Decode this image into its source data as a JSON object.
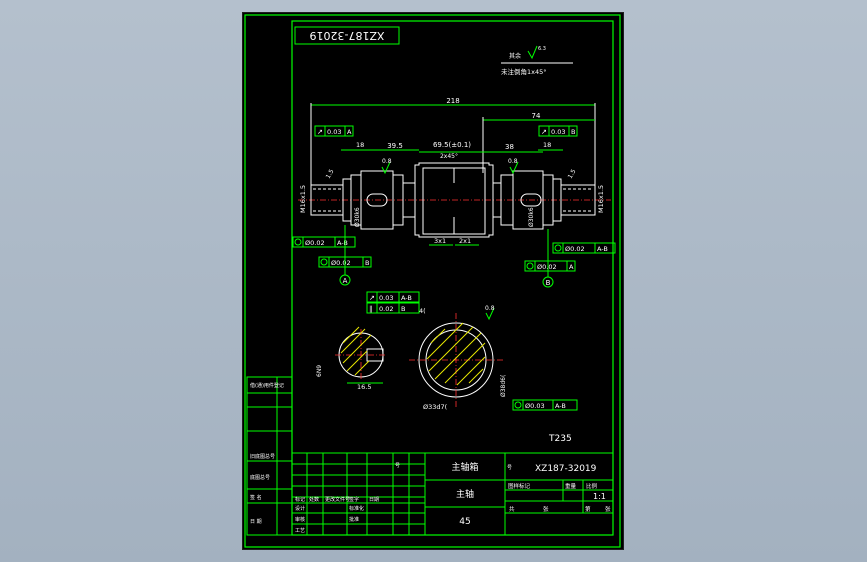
{
  "drawing": {
    "code_mirrored": "XZ187-32019",
    "roughness_other": "其余",
    "roughness_value_top": "6.3",
    "chamfer_note": "未注倒角1x45°",
    "material_grade": "T235"
  },
  "dimensions": {
    "overall_length": "218",
    "right_length": "74",
    "left_step": "39.5",
    "middle": "69.5(±0.1)",
    "chamfer_mid": "2x45°",
    "left_18": "18",
    "right_18": "18",
    "right_38": "38",
    "rough_left": "0.8",
    "rough_right": "0.8",
    "groove_left": "3x1",
    "groove_right": "2x1",
    "thread_left": "M16x1.5",
    "thread_right": "M16x1.5",
    "chamfer_left": "1.5",
    "chamfer_right": "1.5",
    "dia_left": "Ø30k6",
    "dia_right": "Ø30k6",
    "spline_left": "Ø33d7",
    "spline_right": "Ø38d6"
  },
  "tolerances": {
    "runout_left": "0.03",
    "runout_left_ref": "A",
    "runout_right": "0.03",
    "runout_right_ref": "B",
    "coax_left": "Ø0.02",
    "coax_left_ref": "A-B",
    "coax_right": "Ø0.02",
    "coax_right_ref": "A-B",
    "coax_b": "Ø0.02",
    "coax_b_ref": "B",
    "coax_a": "Ø0.02",
    "coax_a_ref": "A",
    "datum_a": "A",
    "datum_b": "B",
    "sec_runout": "0.03",
    "sec_runout_ref": "A-B",
    "sec_flat": "0.02",
    "sec_flat_ref": "B",
    "sec_coax": "Ø0.03",
    "sec_coax_ref": "A-B"
  },
  "sections": {
    "key_width": "6N9",
    "key_depth": "16.5",
    "spline_dim_top": "4(",
    "spline_rough": "0.8",
    "spline_outer": "Ø38d6(",
    "spline_inner": "Ø33d7("
  },
  "left_strip": {
    "rows": [
      "借(通)用件登记",
      "旧底图总号",
      "底图总号",
      "签 名",
      "日 期"
    ]
  },
  "title_block": {
    "assembly": "主轴箱",
    "part": "主轴",
    "material": "45",
    "drawing_no": "XZ187-32019",
    "scale": "1:1",
    "col_stage": "图样标记",
    "col_weight": "重量",
    "col_scale": "比例",
    "sheet_total": "共",
    "sheet_no": "第",
    "sheet_unit": "张",
    "row_design": "设计",
    "row_check": "审核",
    "row_process": "工艺",
    "row_std": "标准化",
    "row_approve": "批准",
    "row_mark": "标记",
    "row_count": "处数",
    "row_file": "更改文件号",
    "row_sign": "签字",
    "row_date": "日期",
    "no_label": "号"
  }
}
